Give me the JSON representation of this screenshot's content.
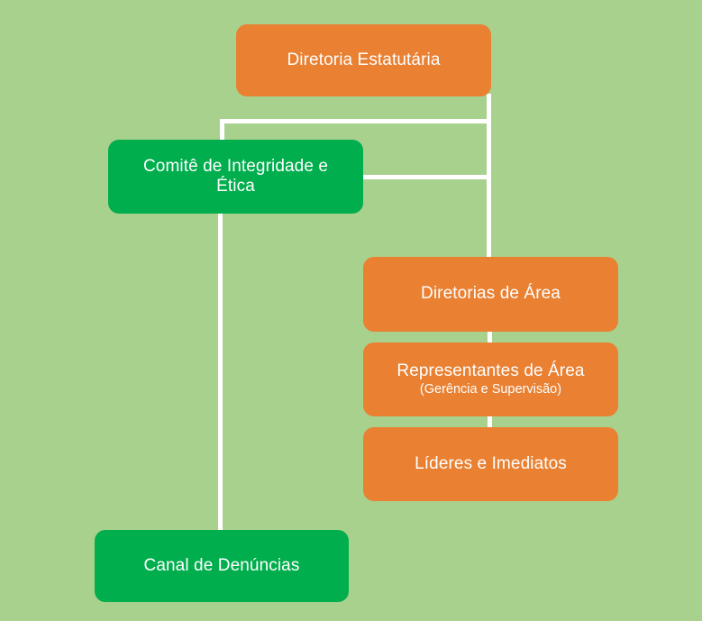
{
  "diagram": {
    "type": "organizational-chart",
    "background_color": "#a9d18e",
    "connector_color": "#ffffff",
    "colors": {
      "orange": "#e98032",
      "green": "#00ae4d",
      "text": "#ffffff"
    },
    "nodes": {
      "diretoria_estatutaria": {
        "title": "Diretoria Estatutária",
        "color": "#e98032"
      },
      "comite_integridade_etica": {
        "title": "Comitê de Integridade e\nÉtica",
        "color": "#00ae4d"
      },
      "diretorias_de_area": {
        "title": "Diretorias de Área",
        "color": "#e98032"
      },
      "representantes_de_area": {
        "title": "Representantes de Área",
        "subtitle": "(Gerência e Supervisão)",
        "color": "#e98032"
      },
      "lideres_e_imediatos": {
        "title": "Líderes e Imediatos",
        "color": "#e98032"
      },
      "canal_de_denuncias": {
        "title": "Canal de Denúncias",
        "color": "#00ae4d"
      }
    }
  }
}
